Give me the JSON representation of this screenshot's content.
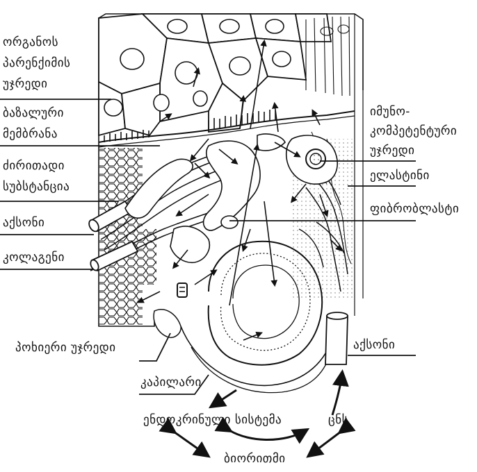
{
  "labels": {
    "organ_cell_1": "ორგანოს",
    "organ_cell_2": "პარენქიმის",
    "organ_cell_3": "უჯრედი",
    "basal_1": "ბაზალური",
    "basal_2": "მემბრანა",
    "ground_1": "ძირითადი",
    "ground_2": "სუბსტანცია",
    "axon_left": "აქსონი",
    "collagen": "კოლაგენი",
    "pokier": "პოხიერი  უჯრედი",
    "immune_1": "იმუნო-",
    "immune_2": "კომპეტენტური",
    "immune_3": "უჯრედი",
    "elastin": "ელასტინი",
    "fibroblast": "ფიბრობლასტი",
    "axon_right": "აქსონი",
    "capillary": "კაპილარი",
    "endocrine": "ენდოკრინული  სისტემა",
    "cns": "ცნს",
    "biorhythm": "ბიორითმი"
  }
}
